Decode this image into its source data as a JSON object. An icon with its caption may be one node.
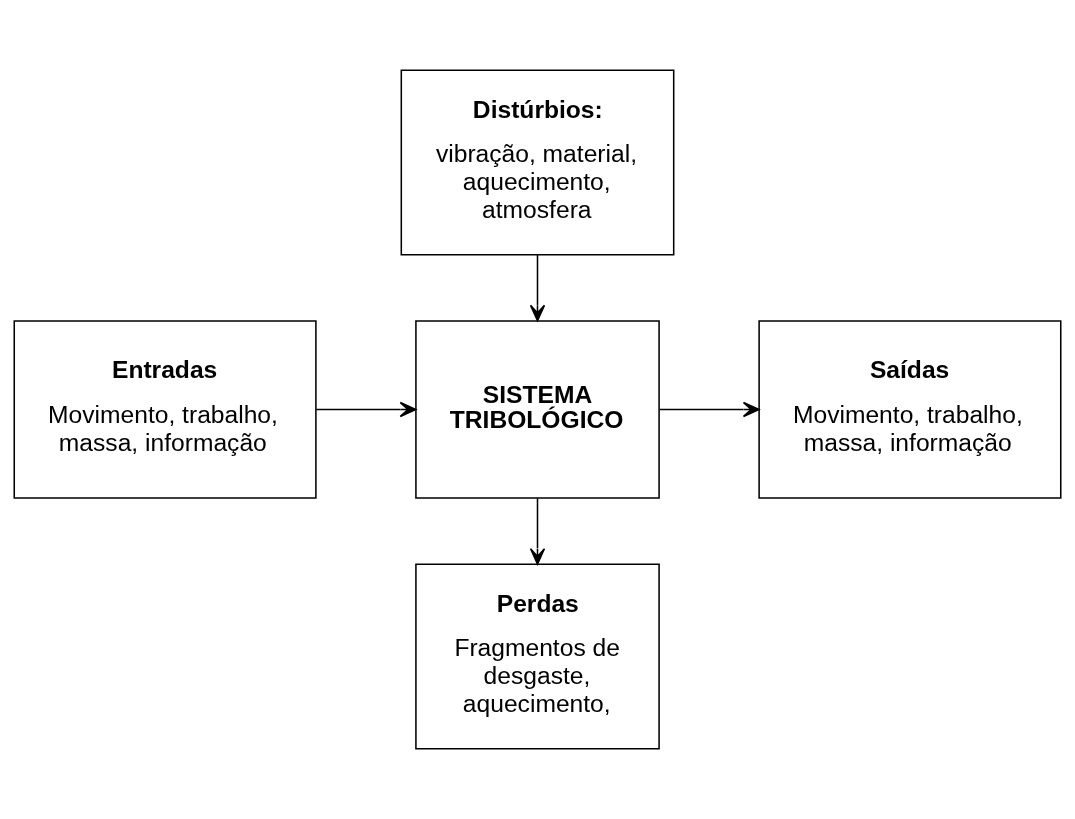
{
  "diagram": {
    "nodes": [
      {
        "text": [
          "Distúrbios:",
          "vibração, material, aquecimento, atmosfera"
        ]
      },
      {
        "text": [
          "Entradas",
          "Movimento, trabalho, massa, informação"
        ]
      },
      {
        "text": [
          "SISTEMA TRIBOLÓGICO"
        ]
      },
      {
        "text": [
          "Saídas",
          "Movimento, trabalho, massa, informação"
        ]
      },
      {
        "text": [
          "Perdas",
          "Fragmentos de desgaste, aquecimento,"
        ]
      }
    ],
    "edges": [
      {
        "from": 0,
        "to": 2,
        "arrow": "to"
      },
      {
        "from": 1,
        "to": 2,
        "arrow": "to"
      },
      {
        "from": 2,
        "to": 3,
        "arrow": "to"
      },
      {
        "from": 2,
        "to": 4,
        "arrow": "to"
      }
    ]
  }
}
